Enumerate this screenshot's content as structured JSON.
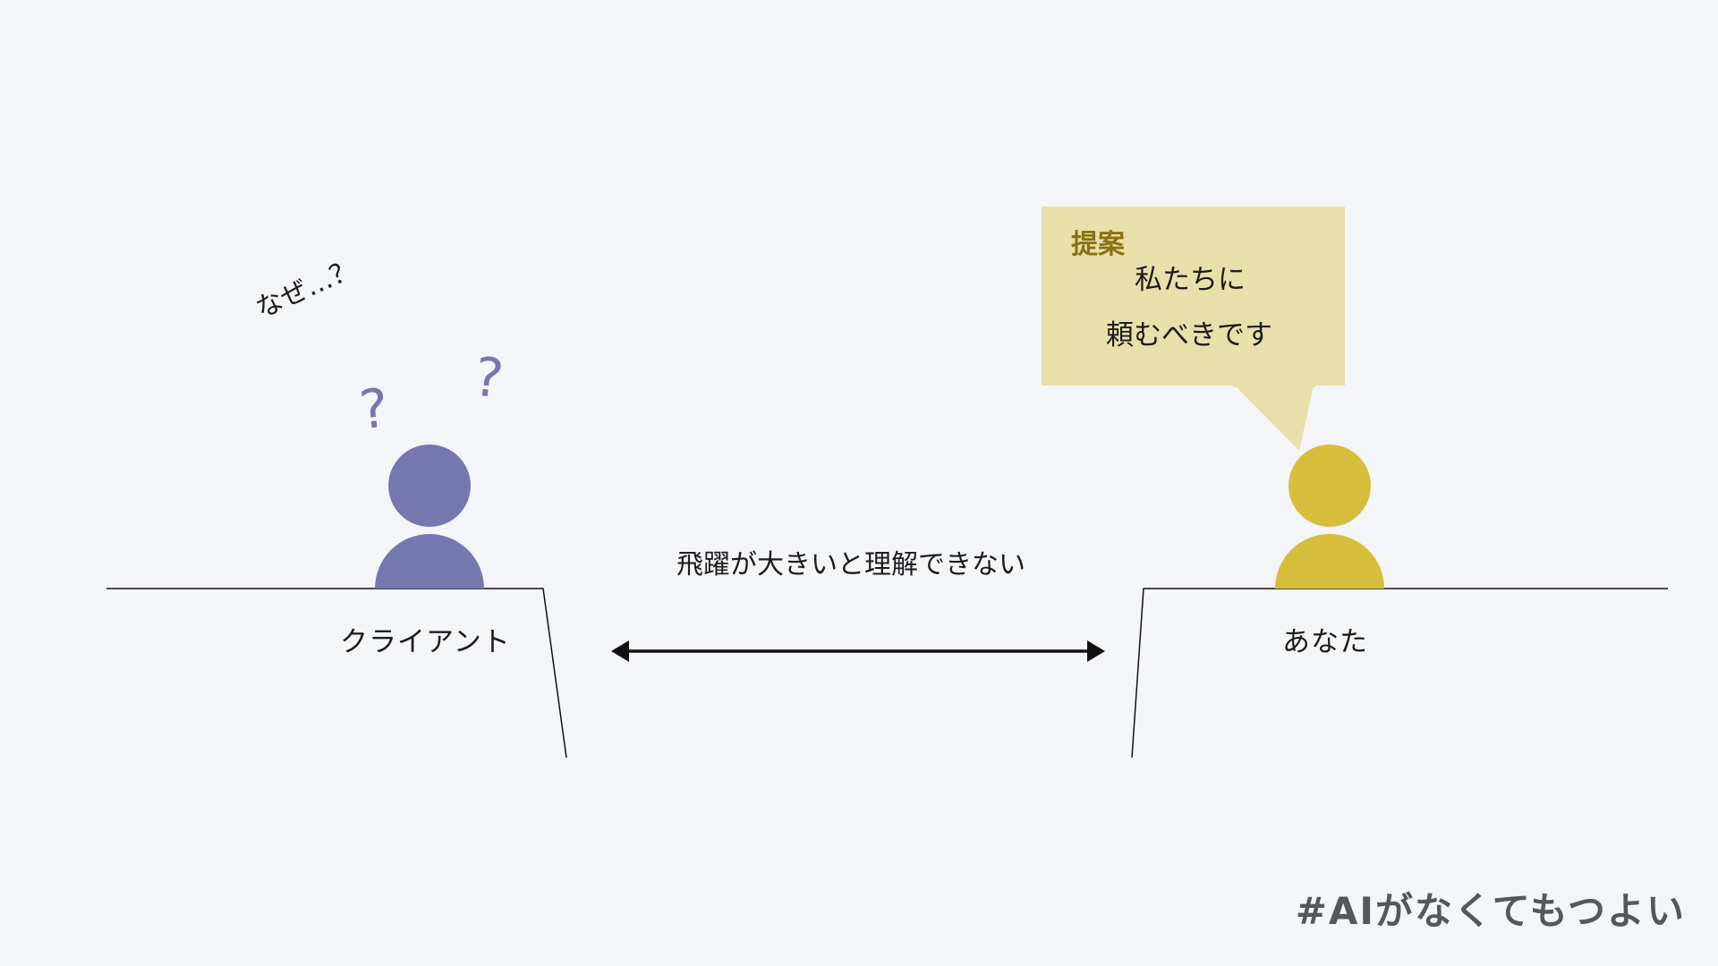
{
  "colors": {
    "background": "#f3f5f9",
    "client": "#7777b0",
    "you": "#d6be3c",
    "bubble": "#e9dfaa",
    "bubble_title": "#8a7212",
    "line": "#111111",
    "hashtag": "#555759"
  },
  "client": {
    "label": "クライアント",
    "thought": "なぜ…？",
    "question_mark": "?"
  },
  "you": {
    "label": "あなた"
  },
  "gap": {
    "label": "飛躍が大きいと理解できない"
  },
  "bubble": {
    "title": "提案",
    "line1": "私たちに",
    "line2": "頼むべきです"
  },
  "footer": {
    "hashtag": "#AIがなくてもつよい"
  }
}
